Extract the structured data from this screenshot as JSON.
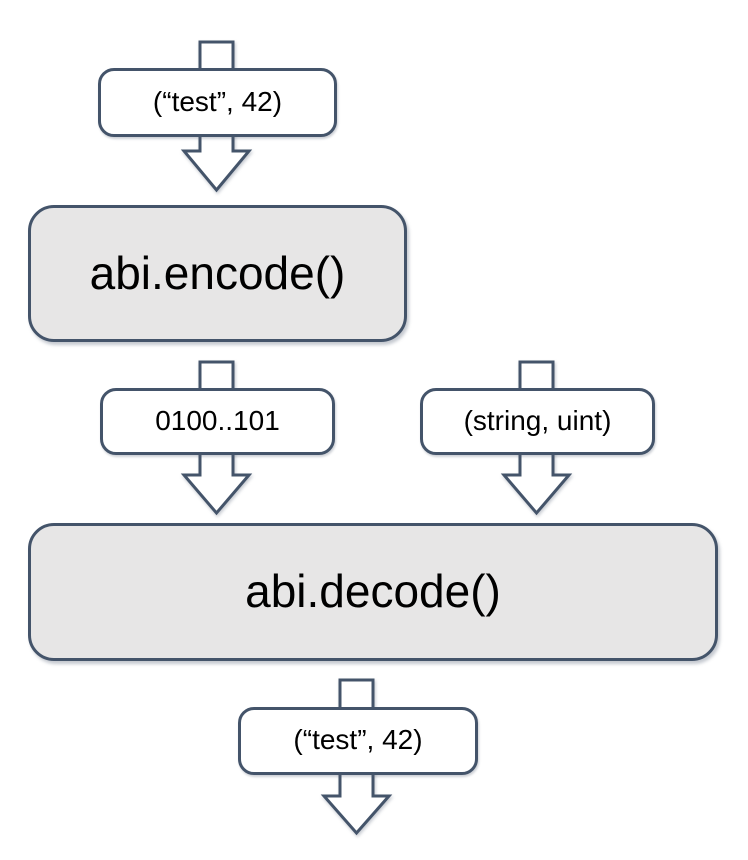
{
  "colors": {
    "stroke": "#44546A",
    "process_fill": "#E7E6E6",
    "label_fill": "#FFFFFF",
    "text": "#000000",
    "background": "#FFFFFF"
  },
  "nodes": {
    "input": {
      "label": "(“test”, 42)",
      "kind": "data-label"
    },
    "encode": {
      "label": "abi.encode()",
      "kind": "process"
    },
    "encoded_bytes": {
      "label": "0100..101",
      "kind": "data-label"
    },
    "types": {
      "label": "(string, uint)",
      "kind": "data-label"
    },
    "decode": {
      "label": "abi.decode()",
      "kind": "process"
    },
    "output": {
      "label": "(“test”, 42)",
      "kind": "data-label"
    }
  },
  "arrows": [
    {
      "name": "input-to-encode",
      "direction": "down"
    },
    {
      "name": "encode-to-decode-via-encoded-bytes",
      "direction": "down"
    },
    {
      "name": "types-to-decode",
      "direction": "down"
    },
    {
      "name": "decode-to-output",
      "direction": "down"
    }
  ]
}
